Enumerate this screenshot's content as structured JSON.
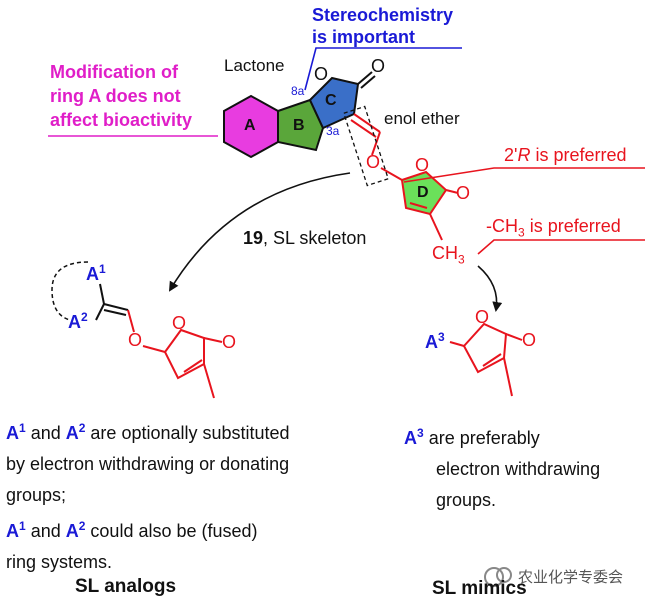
{
  "header": {
    "stereo_line1": "Stereochemistry",
    "stereo_line2": "is important",
    "modA_line1": "Modification of",
    "modA_line2": "ring A does not",
    "modA_line3": "affect bioactivity",
    "lactone": "Lactone",
    "enol_ether": "enol ether"
  },
  "rings": {
    "A": "A",
    "B": "B",
    "C": "C",
    "D": "D",
    "pos_8a": "8a",
    "pos_3a": "3a"
  },
  "annotations": {
    "two_r_prefix": "2'",
    "two_r_italic": "R",
    "two_r_rest": " is preferred",
    "ch3_pref_prefix": "-CH",
    "ch3_pref_sub": "3",
    "ch3_pref_rest": " is preferred",
    "ch3_label": "CH",
    "ch3_label_sub": "3"
  },
  "skeleton_label": {
    "number": "19",
    "rest": ", SL skeleton"
  },
  "atoms": {
    "O": "O"
  },
  "analog": {
    "a1": "A",
    "a1_sup": "1",
    "a2": "A",
    "a2_sup": "2",
    "text1_pre": "A",
    "text1_sup1": "1",
    "text1_and": " and ",
    "text1_a2": "A",
    "text1_sup2": "2",
    "text1_rest": " are optionally substituted",
    "text2": "by electron withdrawing or donating",
    "text3": "groups;",
    "text4_pre": "A",
    "text4_sup1": "1",
    "text4_and": " and ",
    "text4_a2": "A",
    "text4_sup2": "2",
    "text4_rest": " could also be (fused)",
    "text5": "ring systems.",
    "caption": "SL analogs"
  },
  "mimic": {
    "a3": "A",
    "a3_sup": "3",
    "text1_pre": "A",
    "text1_sup": "3",
    "text1_rest": " are preferably",
    "text2": "electron withdrawing",
    "text3": "groups.",
    "caption": "SL mimics"
  },
  "watermark": "农业化学专委会",
  "colors": {
    "ring_a": "#e83ce0",
    "ring_b": "#5aa63a",
    "ring_c": "#3a6fc8",
    "ring_d": "#6be05a",
    "red": "#e8141e",
    "blue": "#1a1ad6",
    "magenta": "#e01ec8"
  }
}
